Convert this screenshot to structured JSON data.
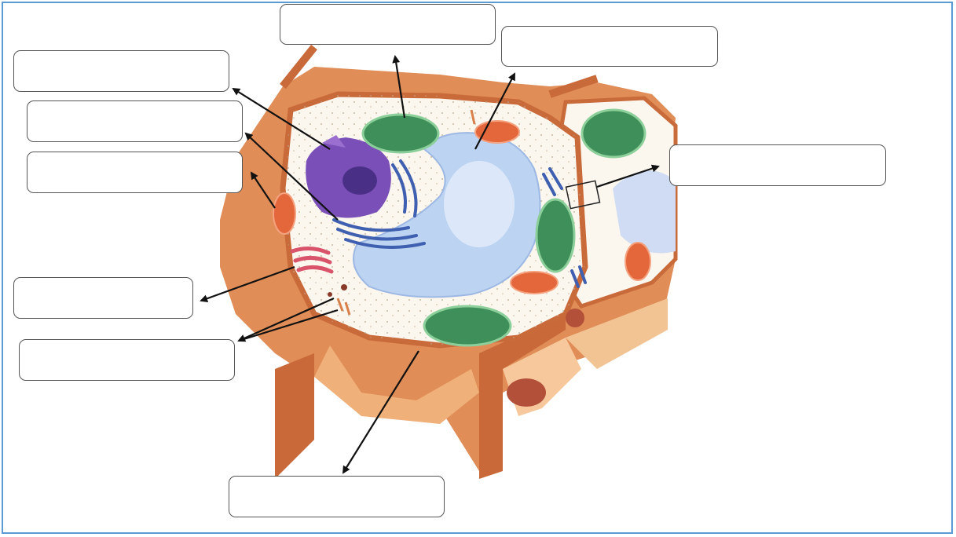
{
  "labels": [
    {
      "id": "label-1",
      "text": ""
    },
    {
      "id": "label-2",
      "text": ""
    },
    {
      "id": "label-3",
      "text": ""
    },
    {
      "id": "label-4",
      "text": ""
    },
    {
      "id": "label-5",
      "text": ""
    },
    {
      "id": "label-6",
      "text": ""
    },
    {
      "id": "label-7",
      "text": ""
    },
    {
      "id": "label-8",
      "text": ""
    },
    {
      "id": "label-9",
      "text": ""
    }
  ],
  "colors": {
    "frame": "#5b9bd5",
    "cell_wall": "#d9804a",
    "membrane": "#c96a3a",
    "cytoplasm": "#fbf7ef",
    "vacuole": "#bcd3f2",
    "nucleus": "#7a4fb8",
    "chloroplast": "#3f8f5a",
    "mitochondrion": "#e4673c",
    "golgi": "#d9536b",
    "er": "#3f5fb0"
  }
}
